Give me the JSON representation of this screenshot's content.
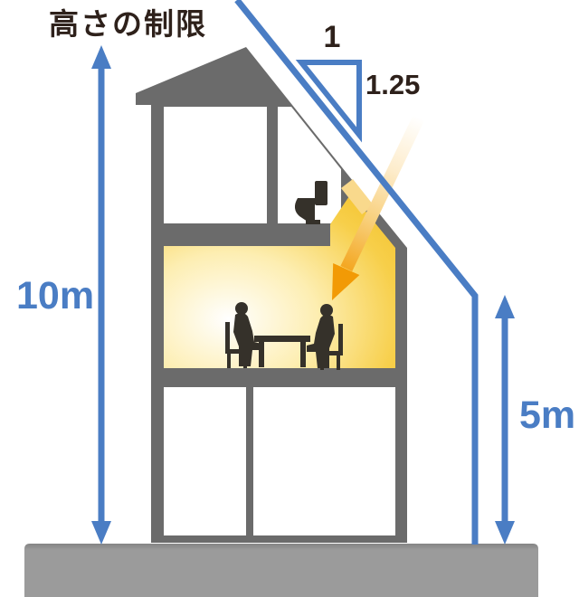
{
  "title": {
    "text": "高さの制限"
  },
  "labels": {
    "slope_run": "1",
    "slope_rise": "1.25",
    "height_left": "10m",
    "height_right": "5m"
  },
  "colors": {
    "accent_blue": "#4a7dc4",
    "text_dark": "#2e211b",
    "house_gray": "#6b6b6b",
    "ground_gray": "#9b9b9b",
    "light_yellow": "#f5c32f",
    "sun_orange": "#f29a05",
    "silhouette": "#35312a"
  }
}
